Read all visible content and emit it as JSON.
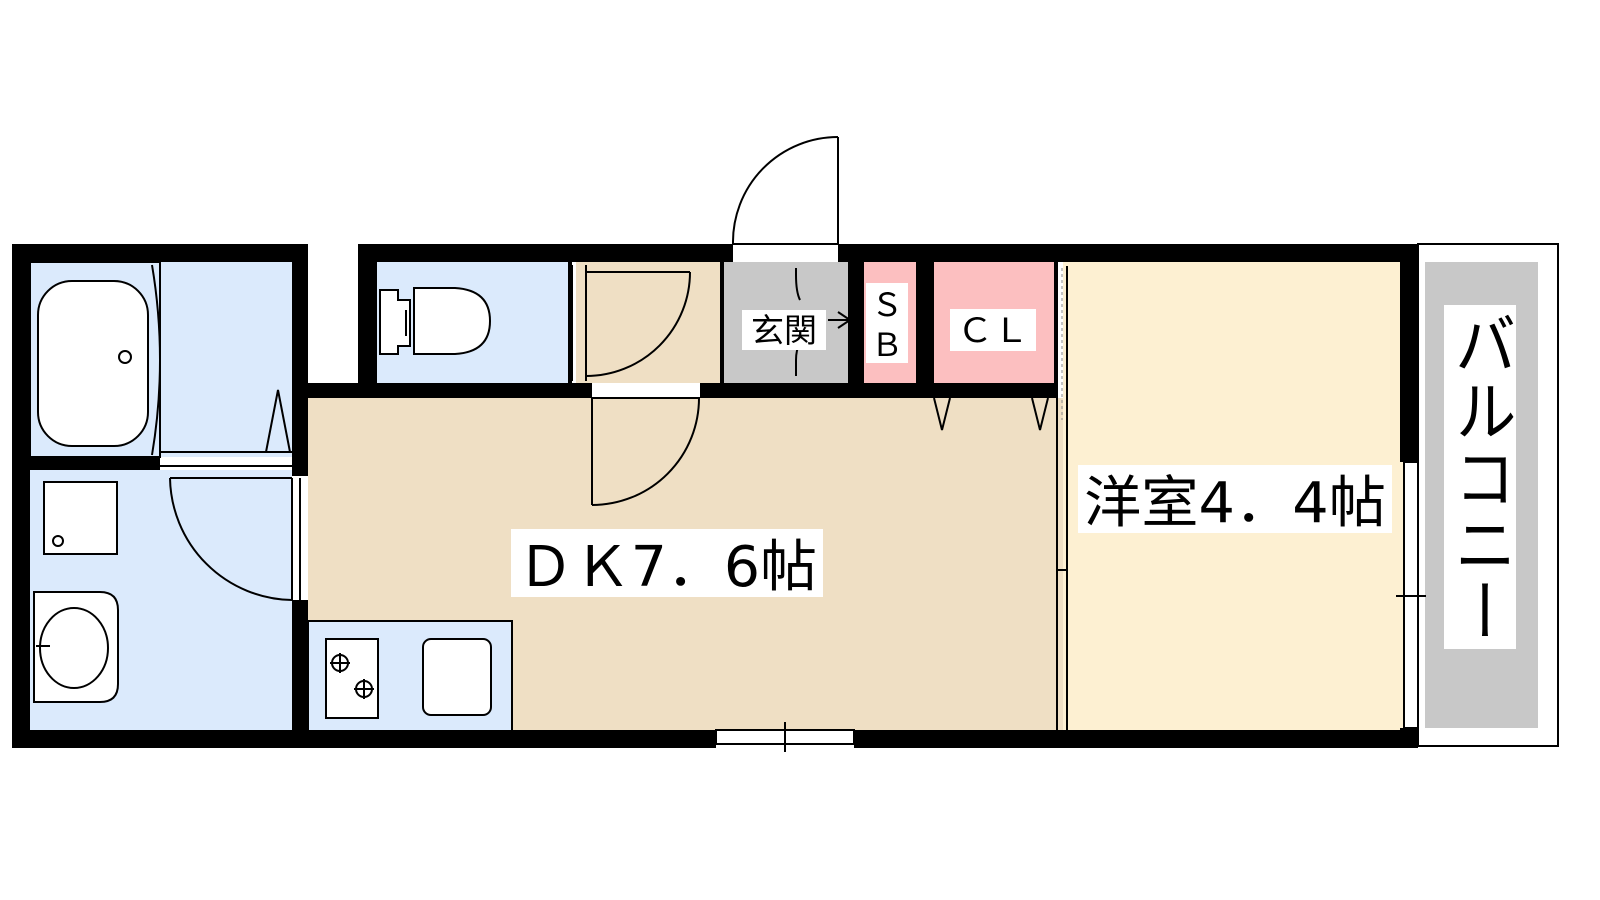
{
  "rooms": {
    "dk": {
      "label": "ＤＫ7．6帖",
      "color": "#efdfc4"
    },
    "western": {
      "label": "洋室4．4帖",
      "color": "#fdf0d2"
    },
    "balcony": {
      "label": "バルコニー",
      "color": "#c8c8c8"
    },
    "entrance": {
      "label": "玄関",
      "color": "#c8c8c8"
    },
    "shoe_box": {
      "label_top": "Ｓ",
      "label_bottom": "Ｂ",
      "color": "#fcbfc0"
    },
    "closet": {
      "label": "ＣＬ",
      "color": "#fcbfc0"
    },
    "bathroom": {
      "color": "#dbeafc"
    },
    "washroom": {
      "color": "#dbeafc"
    },
    "toilet": {
      "color": "#dbeafc"
    }
  },
  "colors": {
    "wall": "#000000",
    "water_area": "#dbeafc",
    "hall": "#efdfc4"
  }
}
